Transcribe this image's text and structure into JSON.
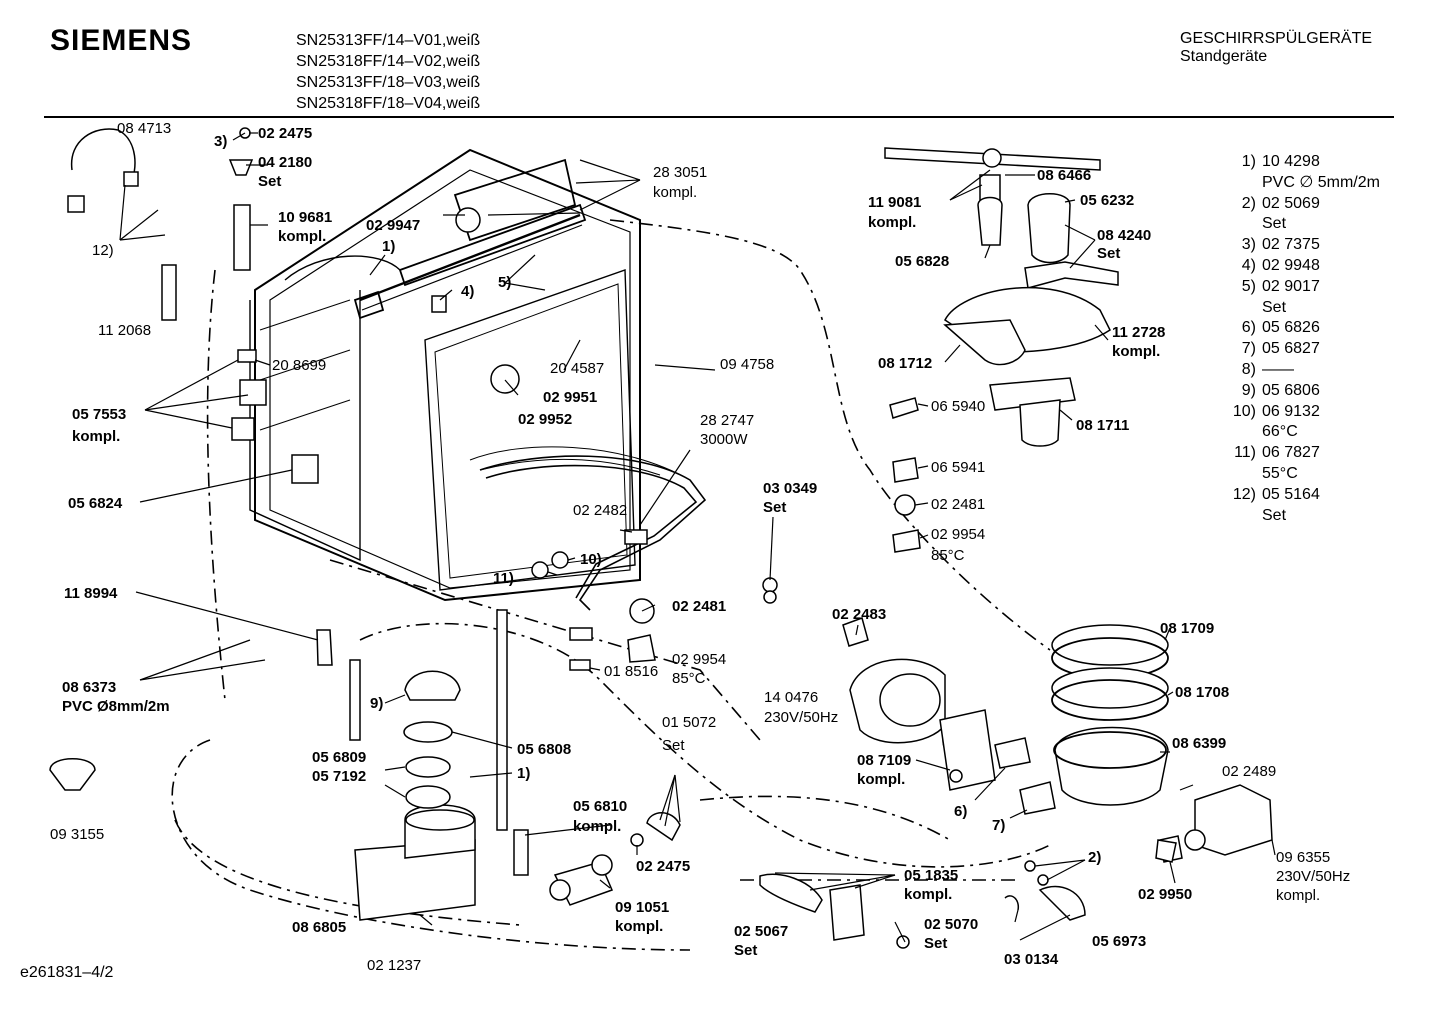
{
  "brand": "SIEMENS",
  "models": [
    "SN25313FF/14–V01,weiß",
    "SN25318FF/14–V02,weiß",
    "SN25313FF/18–V03,weiß",
    "SN25318FF/18–V04,weiß"
  ],
  "category": {
    "title": "GESCHIRRSPÜLGERÄTE",
    "subtitle": "Standgeräte"
  },
  "footer": "e261831–4/2",
  "labels": {
    "l084713": "08 4713",
    "l3": "3)",
    "l022475a": "02 2475",
    "l042180": "04 2180",
    "lset1": "Set",
    "l109681": "10 9681",
    "lkompl1": "kompl.",
    "l12": "12)",
    "l112068": "11 2068",
    "l029947": "02 9947",
    "l1a": "1)",
    "l283051": "28 3051",
    "lkompl2": "kompl.",
    "l4": "4)",
    "l5": "5)",
    "l208699": "20 8699",
    "l204587": "20 4587",
    "l094758": "09 4758",
    "l029951": "02 9951",
    "l029952": "02 9952",
    "l057553": "05 7553",
    "lkompl3": "kompl.",
    "l282747": "28 2747",
    "l3000w": "3000W",
    "l056824": "05 6824",
    "l022482": "02 2482",
    "l030349": "03 0349",
    "lset2": "Set",
    "l11a": "11)",
    "l10": "10)",
    "l118994": "11 8994",
    "l022481a": "02 2481",
    "l029954a": "02 9954",
    "l85ca": "85°C",
    "l086373": "08 6373",
    "lpvc8": "PVC Ø8mm/2m",
    "l018516": "01 8516",
    "l9": "9)",
    "l056808": "05 6808",
    "l015072": "01 5072",
    "lset3": "Set",
    "l056809": "05 6809",
    "l057192": "05 7192",
    "l1b": "1)",
    "l093155": "09 3155",
    "l056810": "05 6810",
    "lkompl4": "kompl.",
    "l022475b": "02 2475",
    "l091051": "09 1051",
    "lkompl5": "kompl.",
    "l086805": "08 6805",
    "l021237": "02 1237",
    "l051835": "05 1835",
    "lkompl6": "kompl.",
    "l025067": "02 5067",
    "lset4": "Set",
    "l025070": "02 5070",
    "lset5": "Set",
    "l030134": "03 0134",
    "l056973": "05 6973",
    "l2": "2)",
    "l029950": "02 9950",
    "l096355": "09 6355",
    "l230v1": "230V/50Hz",
    "lkompl7": "kompl.",
    "l022489": "02 2489",
    "l086399": "08 6399",
    "l081708": "08 1708",
    "l081709": "08 1709",
    "l022483": "02 2483",
    "l140476": "14 0476",
    "l230v2": "230V/50Hz",
    "l087109": "08 7109",
    "lkompl8": "kompl.",
    "l6": "6)",
    "l7": "7)",
    "l119081": "11 9081",
    "lkompl9": "kompl.",
    "l086466": "08 6466",
    "l056232": "05 6232",
    "l084240": "08 4240",
    "lset6": "Set",
    "l056828": "05 6828",
    "l112728": "11 2728",
    "lkompl10": "kompl.",
    "l081712": "08 1712",
    "l081711": "08 1711",
    "l065940": "06 5940",
    "l065941": "06 5941",
    "l022481b": "02 2481",
    "l029954b": "02 9954",
    "l85cb": "85°C"
  },
  "legend": [
    {
      "key": "1)",
      "lines": [
        "10 4298",
        "PVC ∅ 5mm/2m"
      ]
    },
    {
      "key": "2)",
      "lines": [
        "02 5069",
        "Set"
      ]
    },
    {
      "key": "3)",
      "lines": [
        "02 7375"
      ]
    },
    {
      "key": "4)",
      "lines": [
        "02 9948"
      ]
    },
    {
      "key": "5)",
      "lines": [
        "02 9017",
        "Set"
      ]
    },
    {
      "key": "6)",
      "lines": [
        "05 6826"
      ]
    },
    {
      "key": "7)",
      "lines": [
        "05 6827"
      ]
    },
    {
      "key": "8)",
      "lines": [
        "——"
      ]
    },
    {
      "key": "9)",
      "lines": [
        "05 6806"
      ]
    },
    {
      "key": "10)",
      "lines": [
        "06 9132",
        "66°C"
      ]
    },
    {
      "key": "11)",
      "lines": [
        "06 7827",
        "55°C"
      ]
    },
    {
      "key": "12)",
      "lines": [
        "05 5164",
        "Set"
      ]
    }
  ]
}
